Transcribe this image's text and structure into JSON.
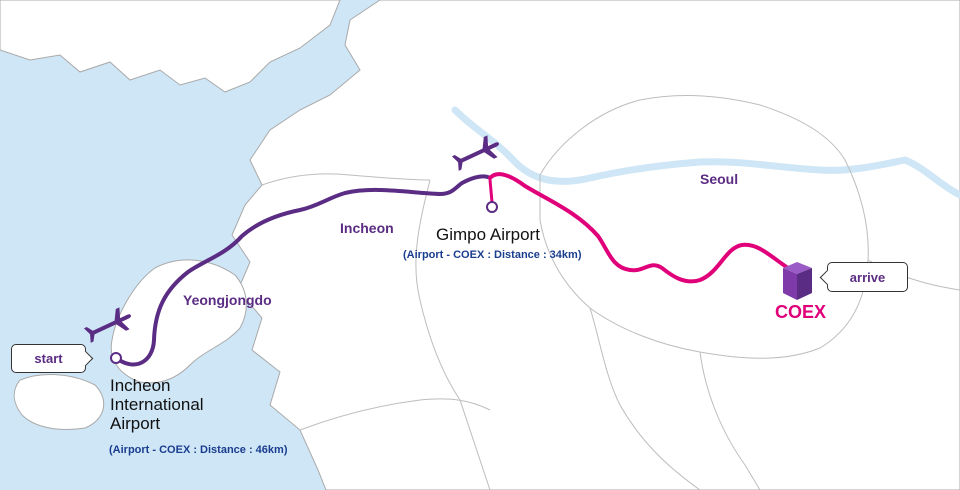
{
  "labels": {
    "seoul": "Seoul",
    "incheon": "Incheon",
    "yeongjongdo": "Yeongjongdo"
  },
  "incheon_airport": {
    "name_line1": "Incheon",
    "name_line2": "International",
    "name_line3": "Airport",
    "distance": "(Airport - COEX : Distance : 46km)"
  },
  "gimpo_airport": {
    "name": "Gimpo Airport",
    "distance": "(Airport - COEX : Distance : 34km)"
  },
  "coex": {
    "name": "COEX"
  },
  "callouts": {
    "start": "start",
    "arrive": "arrive"
  },
  "colors": {
    "water": "#cfe6f6",
    "land": "#ffffff",
    "border": "#a9a9a9",
    "route_incheon": "#5b2c83",
    "route_gimpo": "#e0007a",
    "plane": "#5b2c83"
  },
  "icons": {
    "airport": "airplane-icon",
    "destination": "cube-building-icon"
  }
}
